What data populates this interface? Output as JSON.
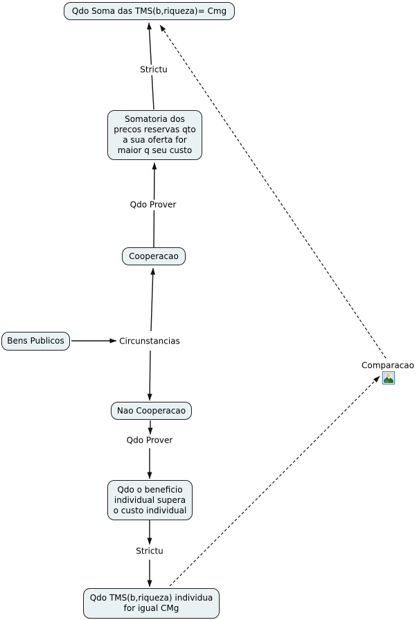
{
  "diagram": {
    "title": "Bens Publicos concept map",
    "nodes": {
      "top": {
        "label": "Qdo Soma das TMS(b,riqueza)= Cmg"
      },
      "somatoria": {
        "label": "Somatoria dos\nprecos reservas qto\na sua oferta for\nmaior q seu custo"
      },
      "cooperacao": {
        "label": "Cooperacao"
      },
      "bens_publicos": {
        "label": "Bens Publicos"
      },
      "nao_cooperacao": {
        "label": "Nao Cooperacao"
      },
      "beneficio": {
        "label": "Qdo o beneficio\nindividual supera\no custo individual"
      },
      "bottom": {
        "label": "Qdo TMS(b,riqueza) individua\nfor igual CMg"
      }
    },
    "linking_phrases": {
      "strictu_top": "Strictu",
      "qdo_prover_upper": "Qdo Prover",
      "circunstancias": "Circunstancias",
      "qdo_prover_lower": "Qdo Prover",
      "strictu_bottom": "Strictu",
      "comparacao": "Comparacao"
    },
    "icons": {
      "comparacao_resource": "image-resource-icon"
    },
    "colors": {
      "node_fill": "#e9f1f3",
      "node_border": "#1f1f1f",
      "line": "#111111",
      "icon_frame": "#3a74b8"
    }
  }
}
